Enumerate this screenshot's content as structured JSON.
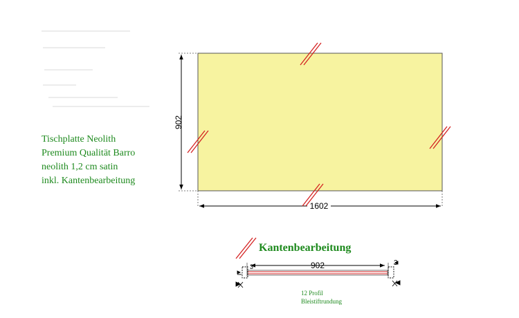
{
  "description": {
    "line1": "Tischplatte Neolith",
    "line2": "Premium Qualität Barro",
    "line3": "neolith 1,2 cm satin",
    "line4": "inkl. Kantenbearbeitung"
  },
  "top_view": {
    "width_label": "1602",
    "height_label": "902",
    "fill_color": "#f7f3a0"
  },
  "edge_section": {
    "heading": "Kantenbearbeitung",
    "dimension_label": "902",
    "corner_value": "3",
    "profile_line1": "12 Profil",
    "profile_line2": "Bleistiftrundung"
  },
  "colors": {
    "text_green": "#1e8a1e",
    "edge_red": "#d42020"
  }
}
